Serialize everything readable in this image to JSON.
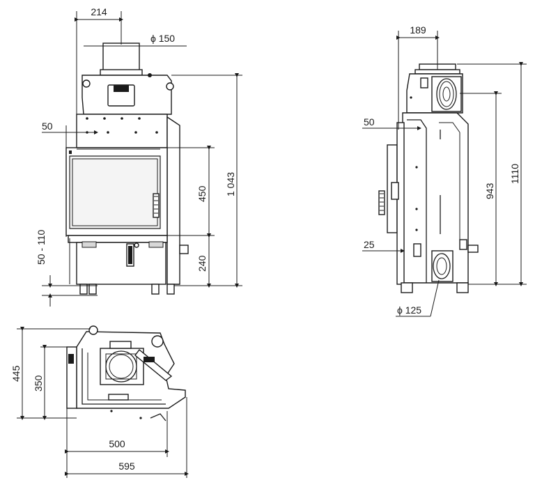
{
  "drawing": {
    "front_view": {
      "dims": {
        "flue_offset": "214",
        "flue_diameter": "ϕ 150",
        "side_offset": "50",
        "height_adjust": "50 - 110",
        "glass_height": "450",
        "floor_to_door": "240",
        "total_height": "1 043"
      }
    },
    "side_view": {
      "dims": {
        "flue_offset": "189",
        "side_offset": "50",
        "air_offset": "25",
        "air_inlet_diameter": "ϕ 125",
        "outlet_height": "943",
        "total_height": "1110"
      }
    },
    "top_view": {
      "dims": {
        "depth_total": "445",
        "depth_inner": "350",
        "width_inner": "500",
        "width_total": "595"
      }
    }
  }
}
